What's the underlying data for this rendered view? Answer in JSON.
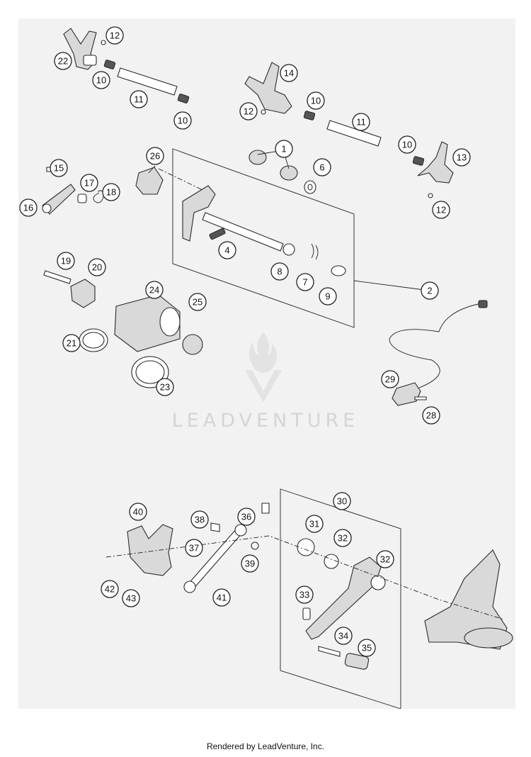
{
  "callouts": [
    {
      "id": "c1",
      "label": "1"
    },
    {
      "id": "c2",
      "label": "2"
    },
    {
      "id": "c4",
      "label": "4"
    },
    {
      "id": "c6",
      "label": "6"
    },
    {
      "id": "c7",
      "label": "7"
    },
    {
      "id": "c8",
      "label": "8"
    },
    {
      "id": "c9",
      "label": "9"
    },
    {
      "id": "c10a",
      "label": "10"
    },
    {
      "id": "c10b",
      "label": "10"
    },
    {
      "id": "c10c",
      "label": "10"
    },
    {
      "id": "c10d",
      "label": "10"
    },
    {
      "id": "c11a",
      "label": "11"
    },
    {
      "id": "c11b",
      "label": "11"
    },
    {
      "id": "c12a",
      "label": "12"
    },
    {
      "id": "c12b",
      "label": "12"
    },
    {
      "id": "c12c",
      "label": "12"
    },
    {
      "id": "c13",
      "label": "13"
    },
    {
      "id": "c14",
      "label": "14"
    },
    {
      "id": "c15",
      "label": "15"
    },
    {
      "id": "c16",
      "label": "16"
    },
    {
      "id": "c17",
      "label": "17"
    },
    {
      "id": "c18",
      "label": "18"
    },
    {
      "id": "c19",
      "label": "19"
    },
    {
      "id": "c20",
      "label": "20"
    },
    {
      "id": "c21",
      "label": "21"
    },
    {
      "id": "c22",
      "label": "22"
    },
    {
      "id": "c23",
      "label": "23"
    },
    {
      "id": "c24",
      "label": "24"
    },
    {
      "id": "c25",
      "label": "25"
    },
    {
      "id": "c26",
      "label": "26"
    },
    {
      "id": "c28",
      "label": "28"
    },
    {
      "id": "c29",
      "label": "29"
    },
    {
      "id": "c30",
      "label": "30"
    },
    {
      "id": "c31",
      "label": "31"
    },
    {
      "id": "c32a",
      "label": "32"
    },
    {
      "id": "c32b",
      "label": "32"
    },
    {
      "id": "c33",
      "label": "33"
    },
    {
      "id": "c34",
      "label": "34"
    },
    {
      "id": "c35",
      "label": "35"
    },
    {
      "id": "c36",
      "label": "36"
    },
    {
      "id": "c37",
      "label": "37"
    },
    {
      "id": "c38",
      "label": "38"
    },
    {
      "id": "c39",
      "label": "39"
    },
    {
      "id": "c40",
      "label": "40"
    },
    {
      "id": "c41",
      "label": "41"
    },
    {
      "id": "c42",
      "label": "42"
    },
    {
      "id": "c43",
      "label": "43"
    }
  ],
  "watermark": {
    "text": "LEADVENTURE"
  },
  "footer": {
    "text": "Rendered by LeadVenture, Inc."
  }
}
